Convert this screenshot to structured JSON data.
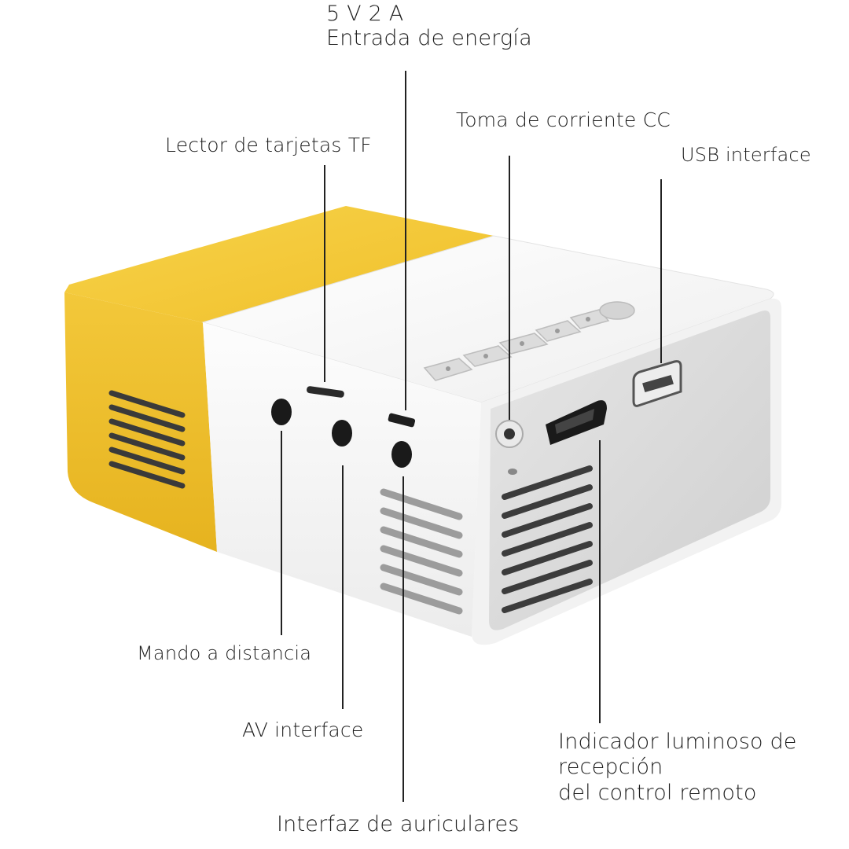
{
  "labels": {
    "power_input_line1": "5 V 2 A",
    "power_input_line2": "Entrada de energía",
    "tf_card_reader": "Lector de tarjetas TF",
    "dc_power_socket": "Toma de corriente CC",
    "usb_interface": "USB interface",
    "remote_control": "Mando a distancia",
    "av_interface": "AV interface",
    "headphone_interface": "Interfaz de auriculares",
    "ir_indicator_line1": "Indicador luminoso de",
    "ir_indicator_line2": "recepción",
    "ir_indicator_line3": "del control remoto"
  },
  "colors": {
    "yellow": "#f2c531",
    "body_white": "#f7f7f7",
    "panel_gray": "#d9d9d9",
    "port_black": "#1a1a1a",
    "callout_line": "#222222"
  }
}
